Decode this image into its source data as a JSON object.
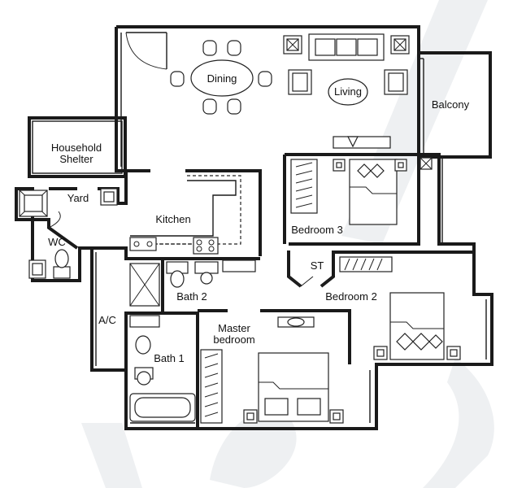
{
  "rooms": {
    "household_shelter_line1": "Household",
    "household_shelter_line2": "Shelter",
    "yard": "Yard",
    "wc": "WC",
    "kitchen": "Kitchen",
    "dining": "Dining",
    "living": "Living",
    "balcony": "Balcony",
    "bedroom3": "Bedroom 3",
    "store": "ST",
    "bedroom2": "Bedroom 2",
    "bath2": "Bath 2",
    "ac": "A/C",
    "master_line1": "Master",
    "master_line2": "bedroom",
    "bath1": "Bath 1"
  },
  "colors": {
    "wall": "#1a1a1a",
    "watermark": "#cfd3da"
  }
}
